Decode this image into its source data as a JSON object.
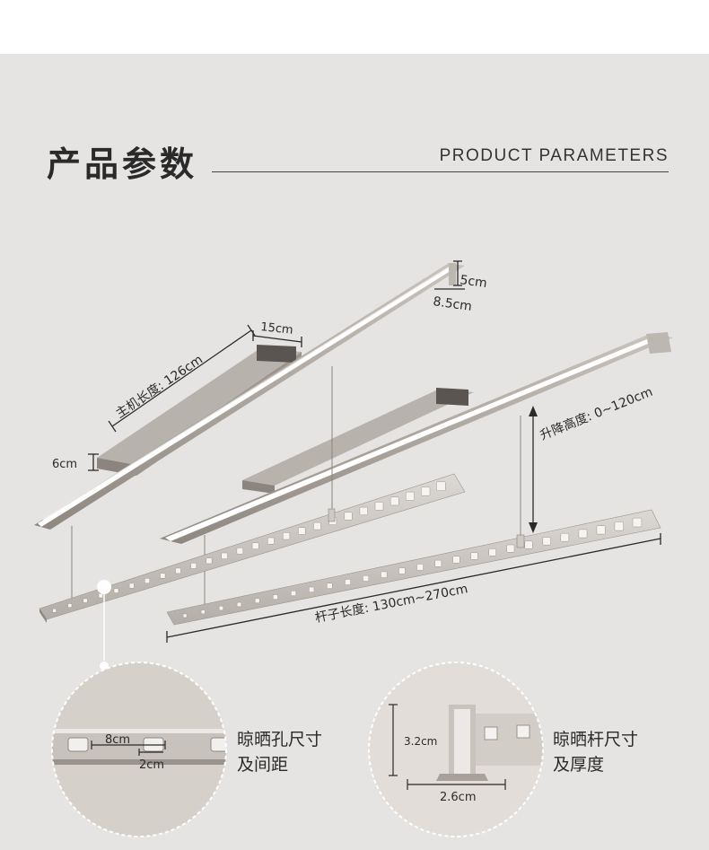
{
  "header": {
    "title_cn": "产品参数",
    "title_en": "PRODUCT PARAMETERS"
  },
  "dimensions": {
    "rail_height": "5cm",
    "rail_width": "8.5cm",
    "host_width": "15cm",
    "host_length": "主机长度: 126cm",
    "host_height": "6cm",
    "lift_height": "升降高度: 0~120cm",
    "rod_length": "杆子长度: 130cm~270cm"
  },
  "detail_left": {
    "hole_size": "8cm",
    "hole_spacing": "2cm",
    "caption_line1": "晾晒孔尺寸",
    "caption_line2": "及间距"
  },
  "detail_right": {
    "rod_height": "3.2cm",
    "rod_thickness": "2.6cm",
    "caption_line1": "晾晒杆尺寸",
    "caption_line2": "及厚度"
  },
  "colors": {
    "background": "#e6e4e2",
    "aluminum": "#a9a29b",
    "led": "#ffffff",
    "text": "#2a2a2a"
  }
}
